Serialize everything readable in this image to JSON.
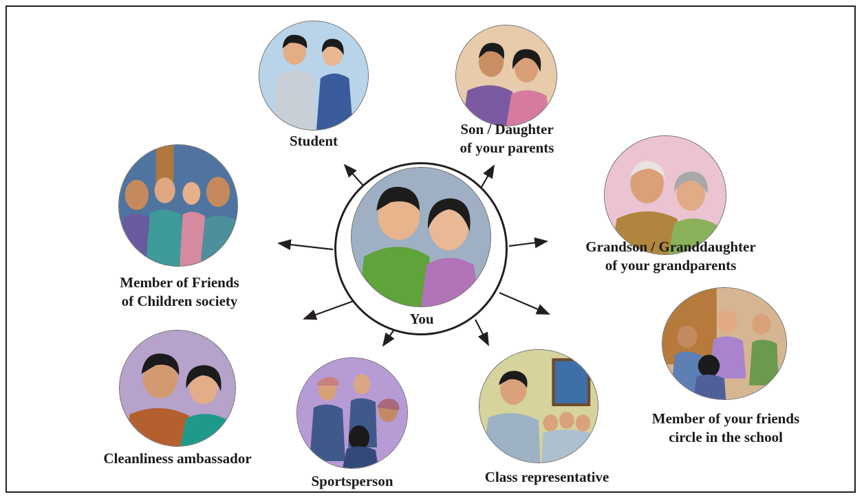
{
  "center": {
    "label": "You",
    "icon": "boy-and-girl-icon"
  },
  "roles": [
    {
      "id": "student",
      "lines": [
        "Student"
      ],
      "icon": "students-with-school-bags-icon",
      "bg": "#b7d3e8"
    },
    {
      "id": "son-daughter",
      "lines": [
        "Son / Daughter",
        "of your parents"
      ],
      "icon": "parents-icon",
      "bg": "#e4c7a8"
    },
    {
      "id": "grandchild",
      "lines": [
        "Grandson / Granddaughter",
        "of your grandparents"
      ],
      "icon": "grandparents-icon",
      "bg": "#e8c0cf"
    },
    {
      "id": "friends-society",
      "lines": [
        "Member of Friends",
        "of Children society"
      ],
      "icon": "children-group-icon",
      "bg": "#5a7ea6"
    },
    {
      "id": "friends-circle",
      "lines": [
        "Member of your friends",
        "circle in the school"
      ],
      "icon": "friends-circle-icon",
      "bg": "#d9b89a"
    },
    {
      "id": "cleanliness",
      "lines": [
        "Cleanliness ambassador"
      ],
      "icon": "boy-and-girl-icon",
      "bg": "#b2a0c8"
    },
    {
      "id": "sportsperson",
      "lines": [
        "Sportsperson"
      ],
      "icon": "sports-team-icon",
      "bg": "#b59ad2"
    },
    {
      "id": "class-rep",
      "lines": [
        "Class representative"
      ],
      "icon": "classroom-icon",
      "bg": "#d9d7a0"
    }
  ],
  "colors": {
    "border": "#231f20",
    "text": "#1a1a1a",
    "arrow": "#231f20"
  }
}
